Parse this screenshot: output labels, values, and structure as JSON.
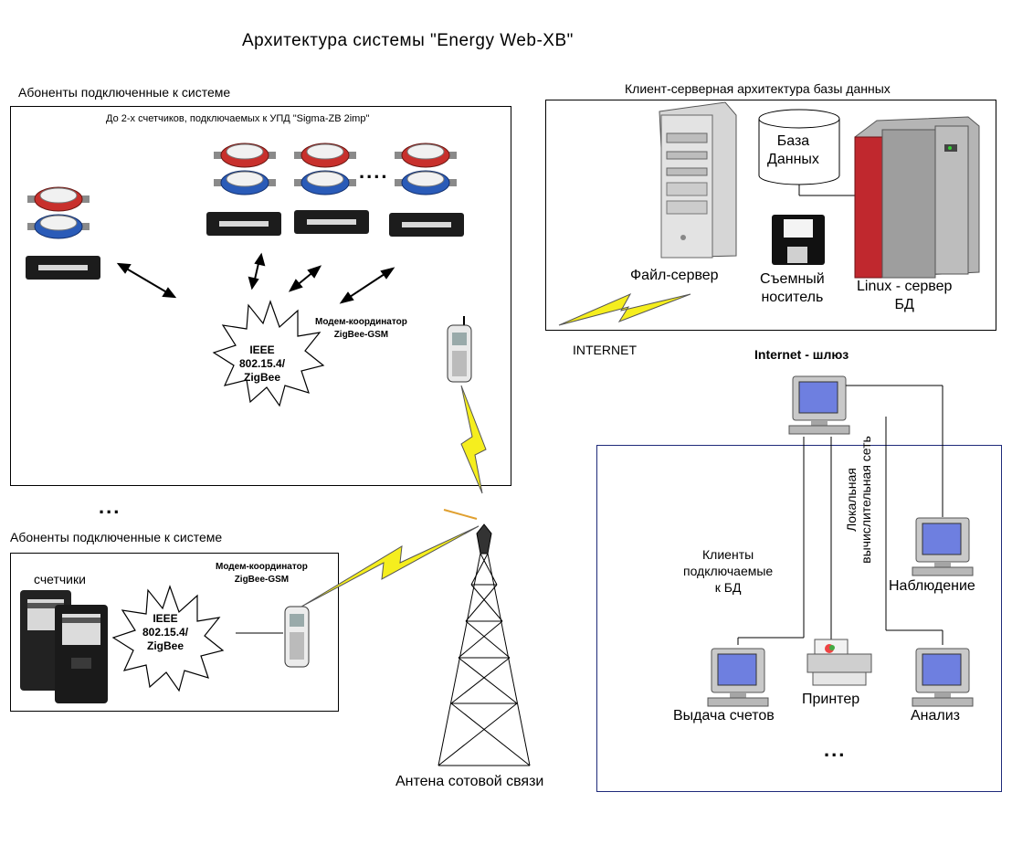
{
  "title": "Архитектура  системы  \"Energy  Web-XB\"",
  "group_top": {
    "label": "Абоненты подключенные к системе",
    "note": "До  2-х  счетчиков,  подключаемых к УПД \"Sigma-ZB 2imp\"",
    "ellipsis": "....",
    "star_text": [
      "IEEE",
      "802.15.4/",
      "ZigBee"
    ],
    "modem_label": [
      "Модем-координатор",
      "ZigBee-GSM"
    ]
  },
  "between_groups_ellipsis": "...",
  "group_bottom": {
    "label": "Абоненты подключенные к системе",
    "meters_label": "счетчики",
    "star_text": [
      "IEEE",
      "802.15.4/",
      "ZigBee"
    ],
    "modem_label": [
      "Модем-координатор",
      "ZigBee-GSM"
    ]
  },
  "db_box": {
    "label": "Клиент-серверная архитектура базы данных",
    "database": [
      "База",
      "Данных"
    ],
    "file_server": "Файл-сервер",
    "removable": [
      "Съемный",
      "носитель"
    ],
    "linux_server": [
      "Linux - сервер",
      "БД"
    ]
  },
  "internet_label": "INTERNET",
  "gateway_label": "Internet - шлюз",
  "lan": {
    "vertical_label": [
      "Локальная",
      "вычислительная сеть"
    ],
    "clients_label": [
      "Клиенты",
      "подключаемые",
      "к БД"
    ],
    "monitoring": "Наблюдение",
    "billing": "Выдача счетов",
    "printer": "Принтер",
    "analysis": "Анализ",
    "ellipsis": "..."
  },
  "antenna_label": "Антена сотовой связи",
  "colors": {
    "lightning": "#f5ee1e",
    "meter_red": "#c8302c",
    "meter_blue": "#2a5bb8",
    "lan_border": "#1e2a7a",
    "monitor_screen": "#6e7fe0",
    "server_red": "#c0282e"
  }
}
